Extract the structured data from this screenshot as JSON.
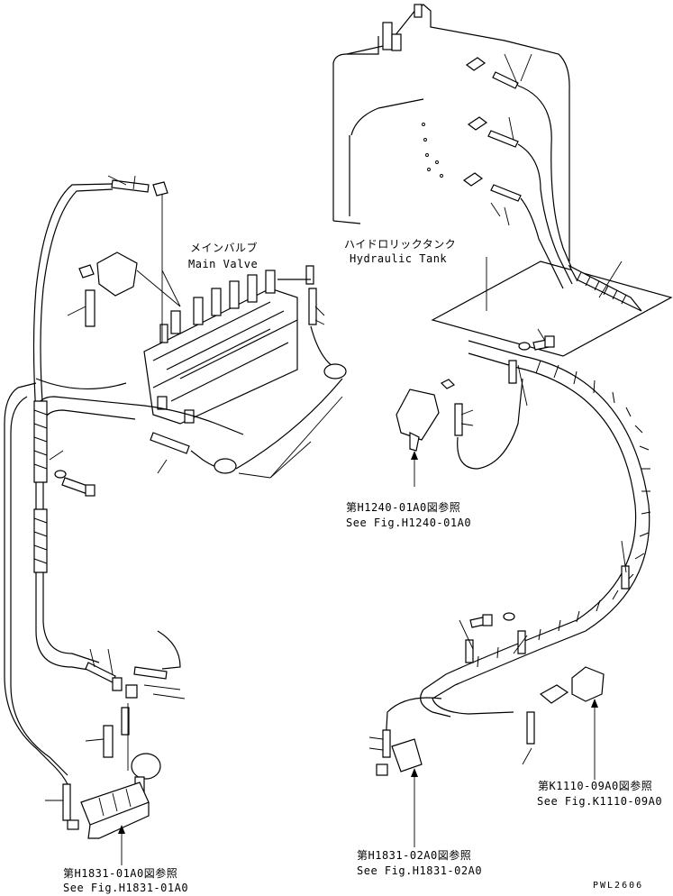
{
  "labels": {
    "main_valve_jp": "メインバルブ",
    "main_valve_en": "Main Valve",
    "hydraulic_tank_jp": "ハイドロリックタンク",
    "hydraulic_tank_en": "Hydraulic Tank",
    "ref_h1240_jp": "第H1240-01A0図参照",
    "ref_h1240_en": "See Fig.H1240-01A0",
    "ref_k1110_jp": "第K1110-09A0図参照",
    "ref_k1110_en": "See Fig.K1110-09A0",
    "ref_h1831_02_jp": "第H1831-02A0図参照",
    "ref_h1831_02_en": "See Fig.H1831-02A0",
    "ref_h1831_01_jp": "第H1831-01A0図参照",
    "ref_h1831_01_en": "See Fig.H1831-01A0",
    "drawing_code": "PWL2606"
  }
}
